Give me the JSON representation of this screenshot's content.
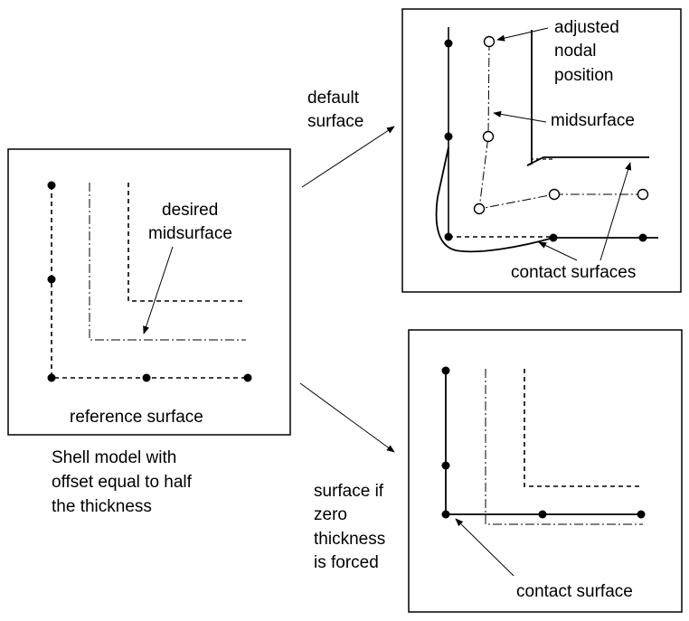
{
  "labels": {
    "desired_midsurface_line1": "desired",
    "desired_midsurface_line2": "midsurface",
    "reference_surface": "reference surface",
    "caption_line1": "Shell model with",
    "caption_line2": "offset equal to half",
    "caption_line3": "the thickness",
    "default_surface_line1": "default",
    "default_surface_line2": "surface",
    "adjusted_line1": "adjusted",
    "adjusted_line2": "nodal",
    "adjusted_line3": "position",
    "midsurface": "midsurface",
    "contact_surfaces": "contact surfaces",
    "zero_thickness_line1": "surface if",
    "zero_thickness_line2": "zero",
    "zero_thickness_line3": "thickness",
    "zero_thickness_line4": "is forced",
    "contact_surface": "contact surface"
  },
  "colors": {
    "ink": "#000000",
    "background": "#ffffff"
  }
}
